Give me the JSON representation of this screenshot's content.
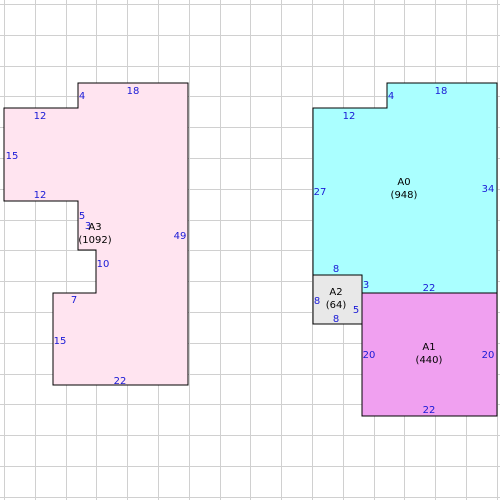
{
  "colors": {
    "grid": "#d0d0d0",
    "dimension_text": "#1a1ad6",
    "label_text": "#000000",
    "outline": "#000000"
  },
  "rooms": [
    {
      "id": "A3",
      "name": "A3",
      "area": "(1092)",
      "fill": "#ffe4f0",
      "dimensions": [
        "4",
        "18",
        "12",
        "15",
        "12",
        "5",
        "3",
        "10",
        "7",
        "15",
        "22",
        "49"
      ]
    },
    {
      "id": "A0",
      "name": "A0",
      "area": "(948)",
      "fill": "#aaffff",
      "dimensions": [
        "4",
        "18",
        "12",
        "27",
        "34",
        "8",
        "3",
        "22"
      ]
    },
    {
      "id": "A2",
      "name": "A2",
      "area": "(64)",
      "fill": "#e8e8e8",
      "dimensions": [
        "8",
        "5",
        "8"
      ]
    },
    {
      "id": "A1",
      "name": "A1",
      "area": "(440)",
      "fill": "#f0a0f0",
      "dimensions": [
        "20",
        "20",
        "22"
      ]
    }
  ]
}
